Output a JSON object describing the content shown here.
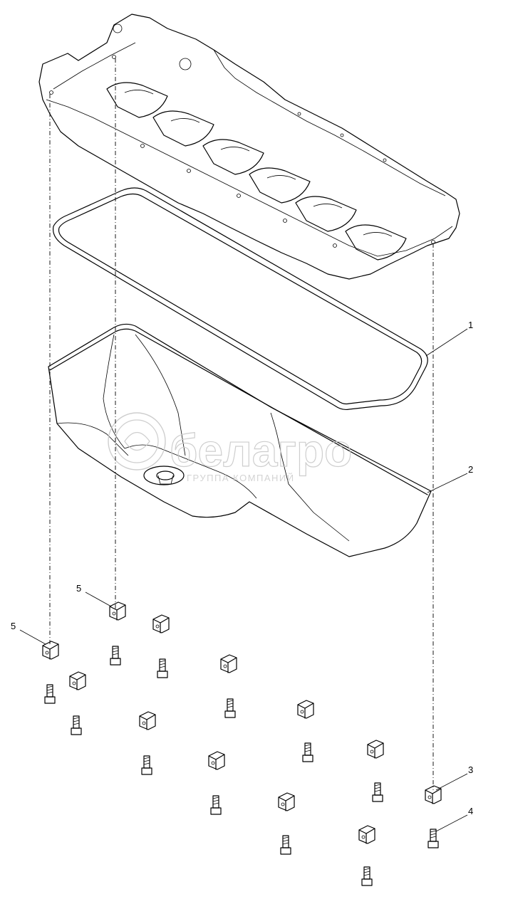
{
  "diagram": {
    "callouts": [
      {
        "id": "1",
        "label": "1"
      },
      {
        "id": "2",
        "label": "2"
      },
      {
        "id": "3",
        "label": "3"
      },
      {
        "id": "4",
        "label": "4"
      },
      {
        "id": "5a",
        "label": "5"
      },
      {
        "id": "5b",
        "label": "5"
      }
    ],
    "watermark": {
      "brand": "белагро",
      "subtitle": "ГРУППА КОМПАНИЙ"
    },
    "colors": {
      "line": "#000000",
      "watermark": "#c9c9c9",
      "background": "#ffffff"
    }
  }
}
